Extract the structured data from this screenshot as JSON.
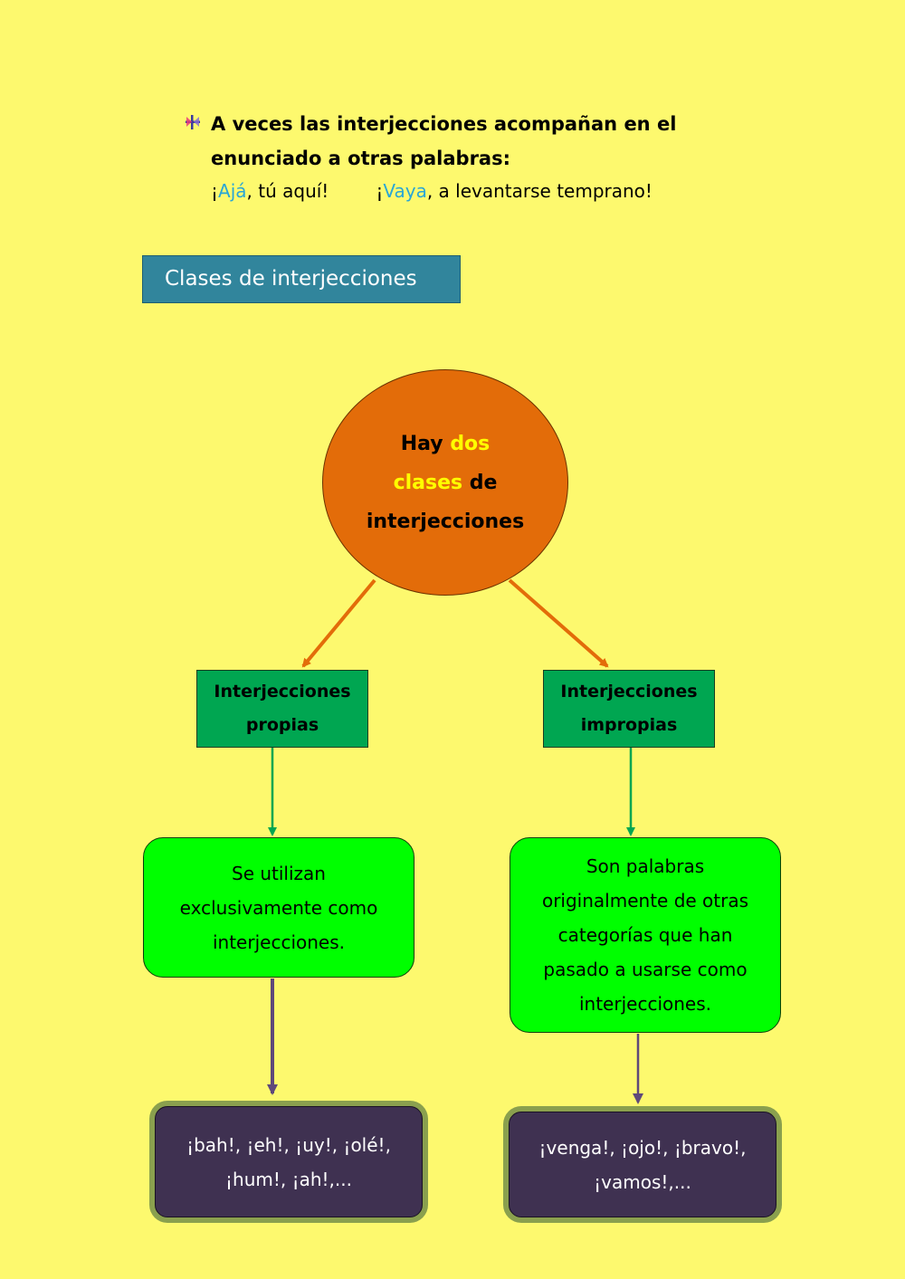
{
  "intro": {
    "bullet_icon": "arrow-bullet-icon",
    "text": "A veces las interjecciones acompañan en el enunciado a otras palabras:",
    "example1": {
      "open": "¡",
      "word": "Ajá",
      "rest": ", tú aquí!"
    },
    "example2": {
      "open": "¡",
      "word": "Vaya",
      "rest": ", a levantarse temprano!"
    },
    "highlight_color": "#29a6d6"
  },
  "section_title": "Clases de interjecciones",
  "root": {
    "part1": "Hay ",
    "highlight1": "dos",
    "highlight2": "clases",
    "part2": " de",
    "part3": "interjecciones",
    "color": "#e36c09"
  },
  "branches": {
    "left": {
      "type": "Interjecciones propias",
      "description": "Se utilizan exclusivamente como interjecciones.",
      "examples": "¡bah!, ¡eh!, ¡uy!, ¡olé!, ¡hum!, ¡ah!,..."
    },
    "right": {
      "type": "Interjecciones impropias",
      "description": "Son palabras originalmente de otras categorías que han pasado a usarse como interjecciones.",
      "examples": "¡venga!, ¡ojo!, ¡bravo!, ¡vamos!,..."
    }
  },
  "colors": {
    "background": "#fdf96e",
    "title_box": "#31859c",
    "type_box": "#00a651",
    "description_box": "#00ff00",
    "example_box": "#3f3151",
    "arrow_orange": "#e36c09",
    "arrow_green": "#00a651",
    "arrow_purple": "#5f497a"
  }
}
